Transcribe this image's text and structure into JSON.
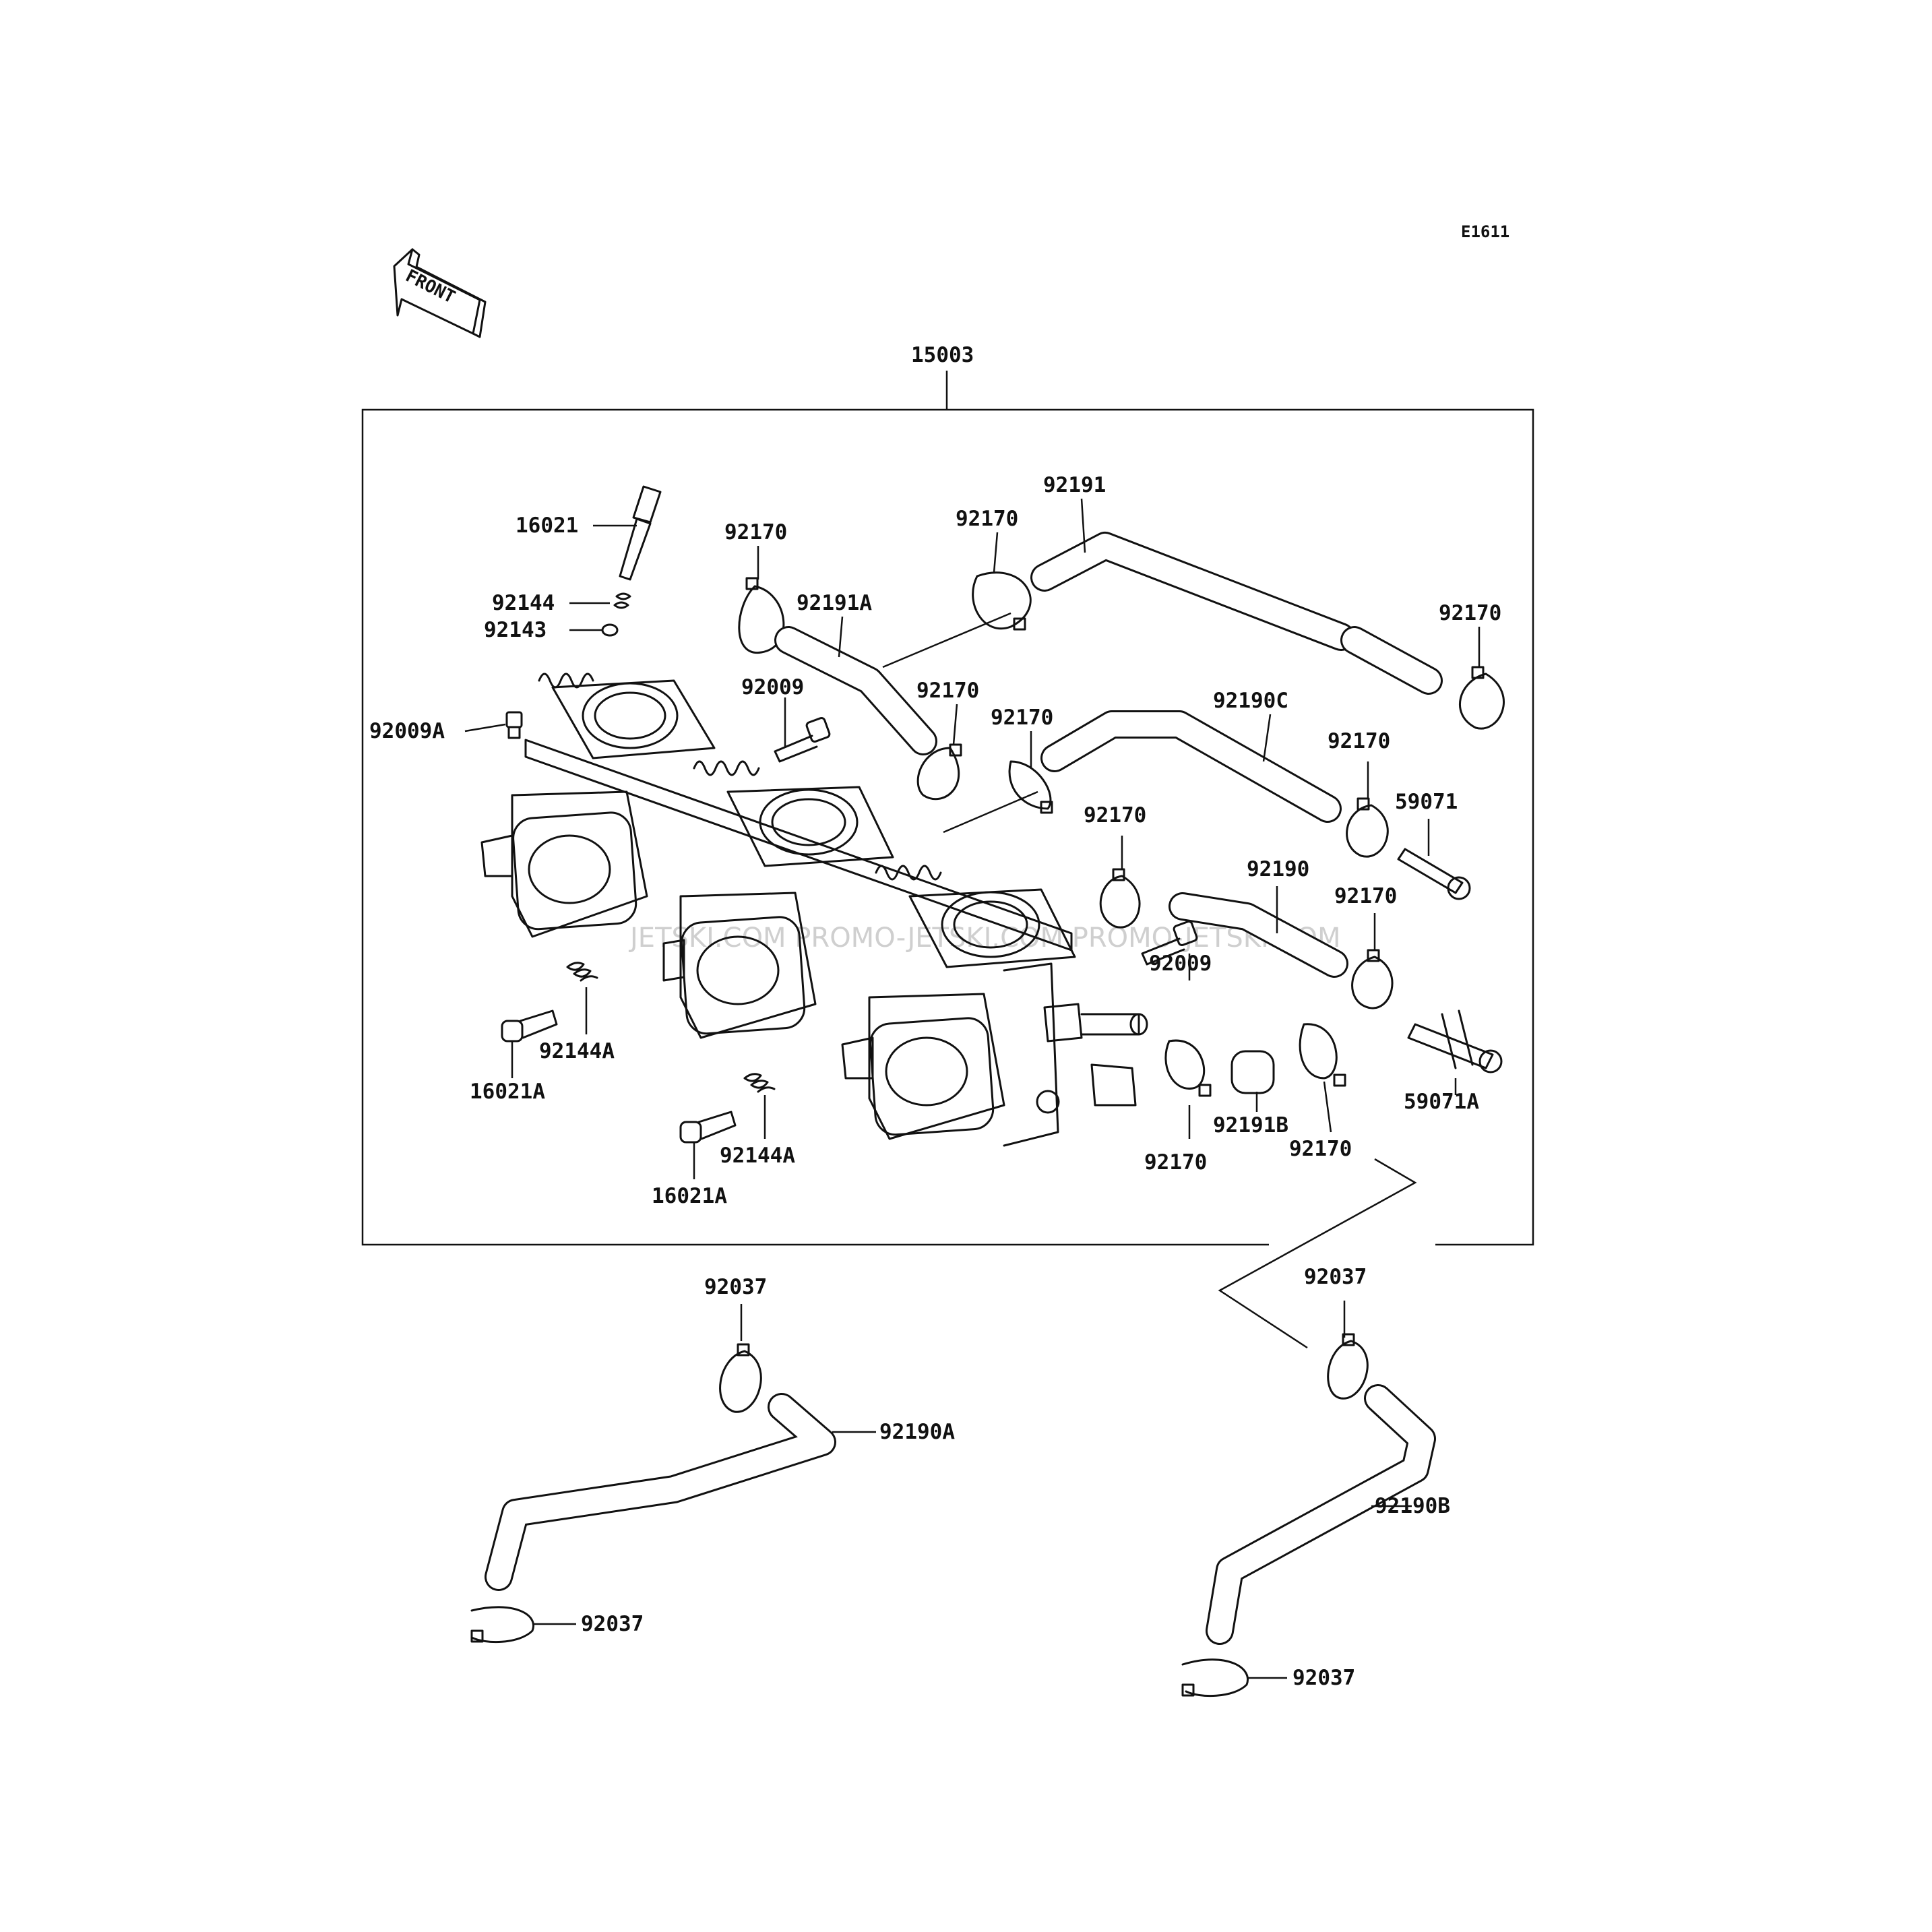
{
  "diagram": {
    "code": "E1611",
    "front_arrow": "FRONT",
    "assembly_number": "15003",
    "watermark": "JETSKI.COM   PROMO-JETSKI.COM   PROMO-JETSKI.COM",
    "parts": {
      "p16021": "16021",
      "p92144": "92144",
      "p92143": "92143",
      "p92009A": "92009A",
      "p92009_top": "92009",
      "p92009_mid": "92009",
      "p92170_a": "92170",
      "p92170_b": "92170",
      "p92170_c": "92170",
      "p92170_d": "92170",
      "p92170_e": "92170",
      "p92170_f": "92170",
      "p92170_g": "92170",
      "p92170_h": "92170",
      "p92170_i": "92170",
      "p92170_j": "92170",
      "p92191": "92191",
      "p92191A": "92191A",
      "p92190C": "92190C",
      "p92190": "92190",
      "p59071": "59071",
      "p59071A": "59071A",
      "p92191B": "92191B",
      "p92144A_1": "92144A",
      "p92144A_2": "92144A",
      "p16021A_1": "16021A",
      "p16021A_2": "16021A",
      "p92037_a": "92037",
      "p92037_b": "92037",
      "p92037_c": "92037",
      "p92037_d": "92037",
      "p92190A": "92190A",
      "p92190B": "92190B"
    }
  }
}
